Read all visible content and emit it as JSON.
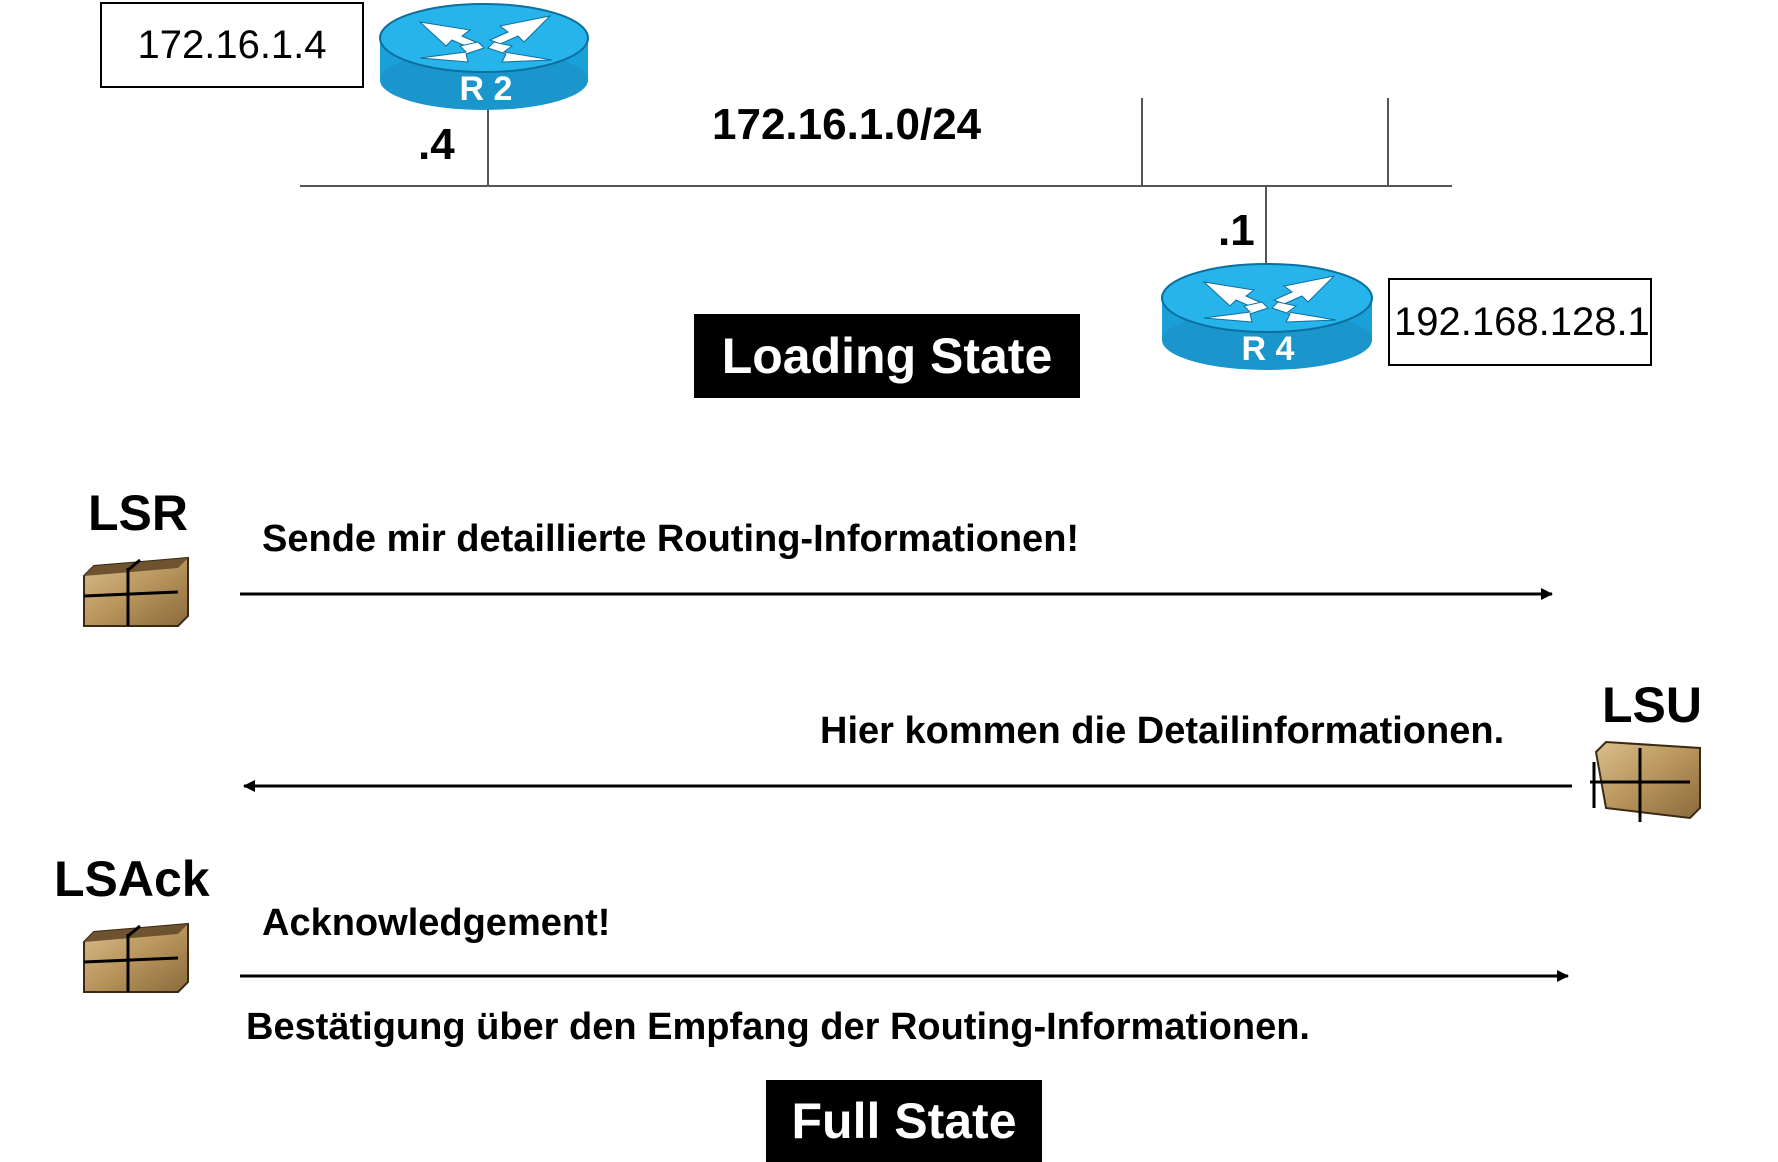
{
  "network": {
    "subnet_label": "172.16.1.0/24",
    "r2": {
      "name": "R 2",
      "ip_box": "172.16.1.4",
      "interface": ".4"
    },
    "r4": {
      "name": "R 4",
      "ip_box": "192.168.128.1",
      "interface": ".1"
    }
  },
  "states": {
    "loading": "Loading State",
    "full": "Full State"
  },
  "packets": {
    "lsr": {
      "label": "LSR",
      "message": "Sende mir detaillierte Routing-Informationen!"
    },
    "lsu": {
      "label": "LSU",
      "message": "Hier kommen die Detailinformationen."
    },
    "lsack": {
      "label": "LSAck",
      "message": "Acknowledgement!",
      "note": "Bestätigung über den Empfang der Routing-Informationen."
    }
  },
  "colors": {
    "router_body": "#1aa0d8",
    "router_top": "#26b4ea",
    "router_dark": "#0b6f9f",
    "package": "#b8955c"
  }
}
